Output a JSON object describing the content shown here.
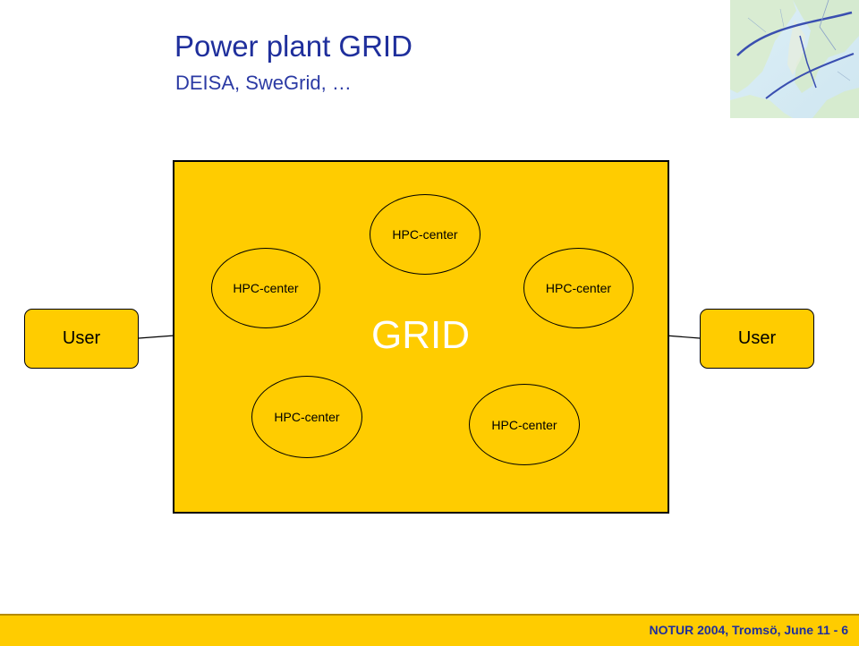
{
  "slide": {
    "title": "Power plant GRID",
    "subtitle": "DEISA, SweGrid, …"
  },
  "diagram": {
    "grid_label": "GRID",
    "hpc_centers": [
      {
        "label": "HPC-center"
      },
      {
        "label": "HPC-center"
      },
      {
        "label": "HPC-center"
      },
      {
        "label": "HPC-center"
      },
      {
        "label": "HPC-center"
      }
    ],
    "users": [
      {
        "label": "User"
      },
      {
        "label": "User"
      }
    ]
  },
  "footer": {
    "text": "NOTUR 2004, Tromsö, June 11 - 6"
  },
  "colors": {
    "accent": "#ffcc00",
    "title": "#1f2f9c",
    "outline": "#000000"
  }
}
